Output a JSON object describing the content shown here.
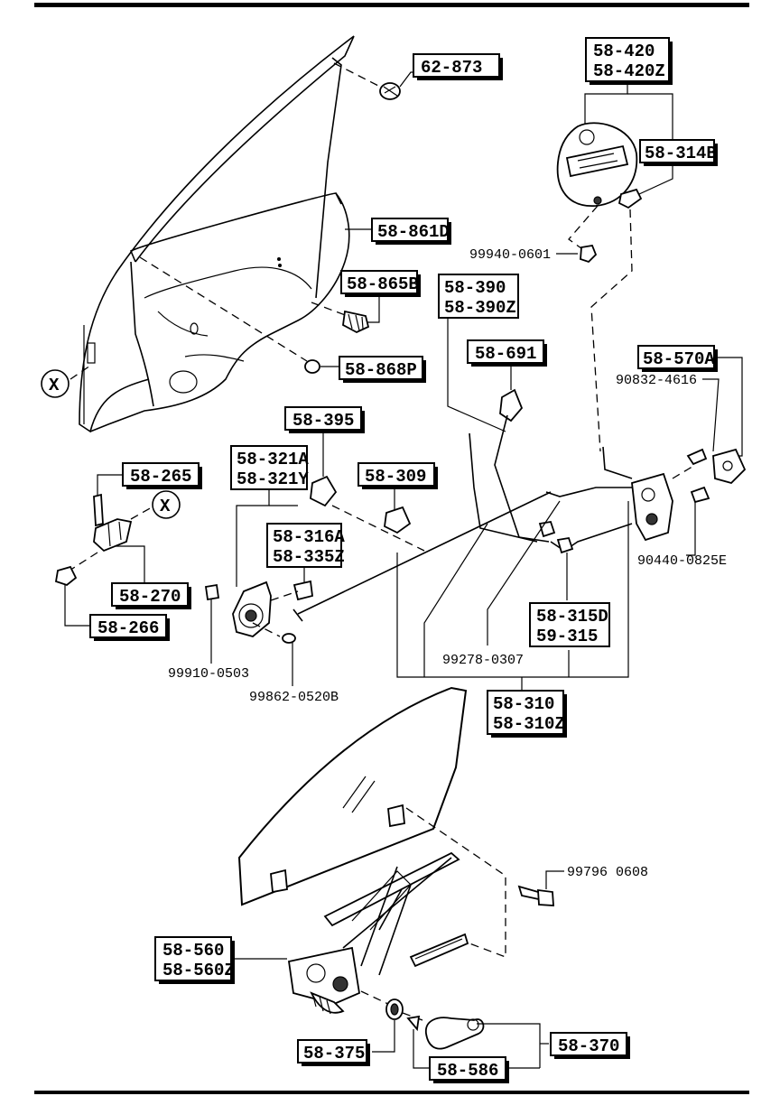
{
  "labels": {
    "p62_873": "62-873",
    "p58_420": "58-420",
    "p58_420z": "58-420Z",
    "p58_314b": "58-314B",
    "p58_861d": "58-861D",
    "p99940_0601": "99940-0601",
    "p58_865b": "58-865B",
    "p58_390": "58-390",
    "p58_390z": "58-390Z",
    "p58_868p": "58-868P",
    "p58_691": "58-691",
    "p58_570a": "58-570A",
    "p90832_4616": "90832-4616",
    "p58_395": "58-395",
    "p58_321a": "58-321A",
    "p58_321y": "58-321Y",
    "p58_265": "58-265",
    "p58_309": "58-309",
    "p58_316a": "58-316A",
    "p58_335z": "58-335Z",
    "p90440_0825e": "90440-0825E",
    "p58_270": "58-270",
    "p58_266": "58-266",
    "p58_315d": "58-315D",
    "p59_315": "59-315",
    "p99278_0307": "99278-0307",
    "p99910_0503": "99910-0503",
    "p99862_0520b": "99862-0520B",
    "p58_310": "58-310",
    "p58_310z": "58-310Z",
    "p99796_0608": "99796 0608",
    "p58_560": "58-560",
    "p58_560z": "58-560Z",
    "p58_375": "58-375",
    "p58_370": "58-370",
    "p58_586": "58-586",
    "x_mark": "X"
  }
}
